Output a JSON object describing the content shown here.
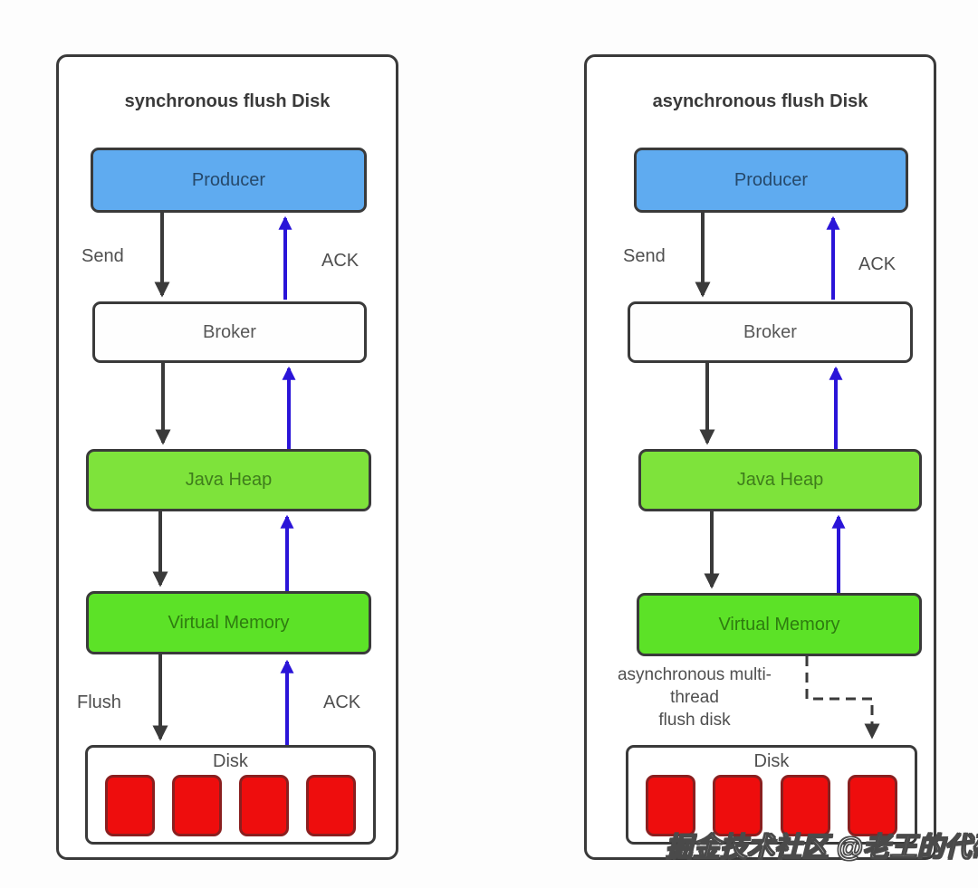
{
  "colors": {
    "panel_bg": "#ffffff",
    "panel_border": "#3a3a3a",
    "title_text": "#3a3a3a",
    "label_text": "#4f4f4f",
    "producer_fill": "#5fabf0",
    "producer_text": "#26496b",
    "broker_fill": "#fefefe",
    "broker_text": "#585858",
    "java_heap_fill": "#7ee33b",
    "java_heap_text": "#3f7d1c",
    "virtual_memory_fill": "#5ce227",
    "virtual_memory_text": "#2e7c10",
    "disk_fill": "#ffffff",
    "disk_text": "#4f4f4f",
    "disk_square_fill": "#ee0d0d",
    "disk_square_border": "#8a1f1f",
    "arrow_black": "#3a3a3a",
    "arrow_blue": "#2a14d8",
    "watermark_fill": "#ffffff",
    "watermark_outline": "#4a4a4a"
  },
  "panels": {
    "left": {
      "title": "synchronous flush Disk",
      "nodes": {
        "producer": "Producer",
        "broker": "Broker",
        "java_heap": "Java Heap",
        "virtual_memory": "Virtual Memory",
        "disk": "Disk"
      },
      "labels": {
        "send": "Send",
        "ack_top": "ACK",
        "flush": "Flush",
        "ack_bottom": "ACK"
      }
    },
    "right": {
      "title": "asynchronous flush Disk",
      "nodes": {
        "producer": "Producer",
        "broker": "Broker",
        "java_heap": "Java Heap",
        "virtual_memory": "Virtual Memory",
        "disk": "Disk"
      },
      "labels": {
        "send": "Send",
        "ack_top": "ACK",
        "async_note": "asynchronous multi-\nthread\nflush disk"
      }
    }
  },
  "watermark": "掘金技术社区 @老王的代码"
}
